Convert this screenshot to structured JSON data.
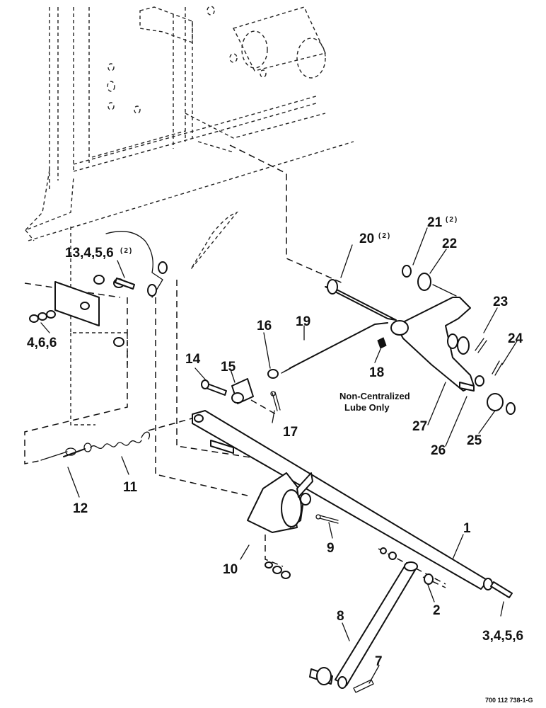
{
  "callouts": {
    "c1": "1",
    "c2": "2",
    "c3": "3,4,5,6",
    "c4": "4,6,6",
    "c7": "7",
    "c8": "8",
    "c9": "9",
    "c10": "10",
    "c11": "11",
    "c12": "12",
    "c13": "13,4,5,6",
    "c13_qty": "(2)",
    "c14": "14",
    "c15": "15",
    "c16": "16",
    "c17": "17",
    "c18": "18",
    "c19": "19",
    "c20": "20",
    "c20_qty": "(2)",
    "c21": "21",
    "c21_qty": "(2)",
    "c22": "22",
    "c23": "23",
    "c24": "24",
    "c25": "25",
    "c26": "26",
    "c27": "27"
  },
  "notes": {
    "lube_line1": "Non-Centralized",
    "lube_line2": "Lube Only"
  },
  "drawing_code": "700 112 738-1-G"
}
